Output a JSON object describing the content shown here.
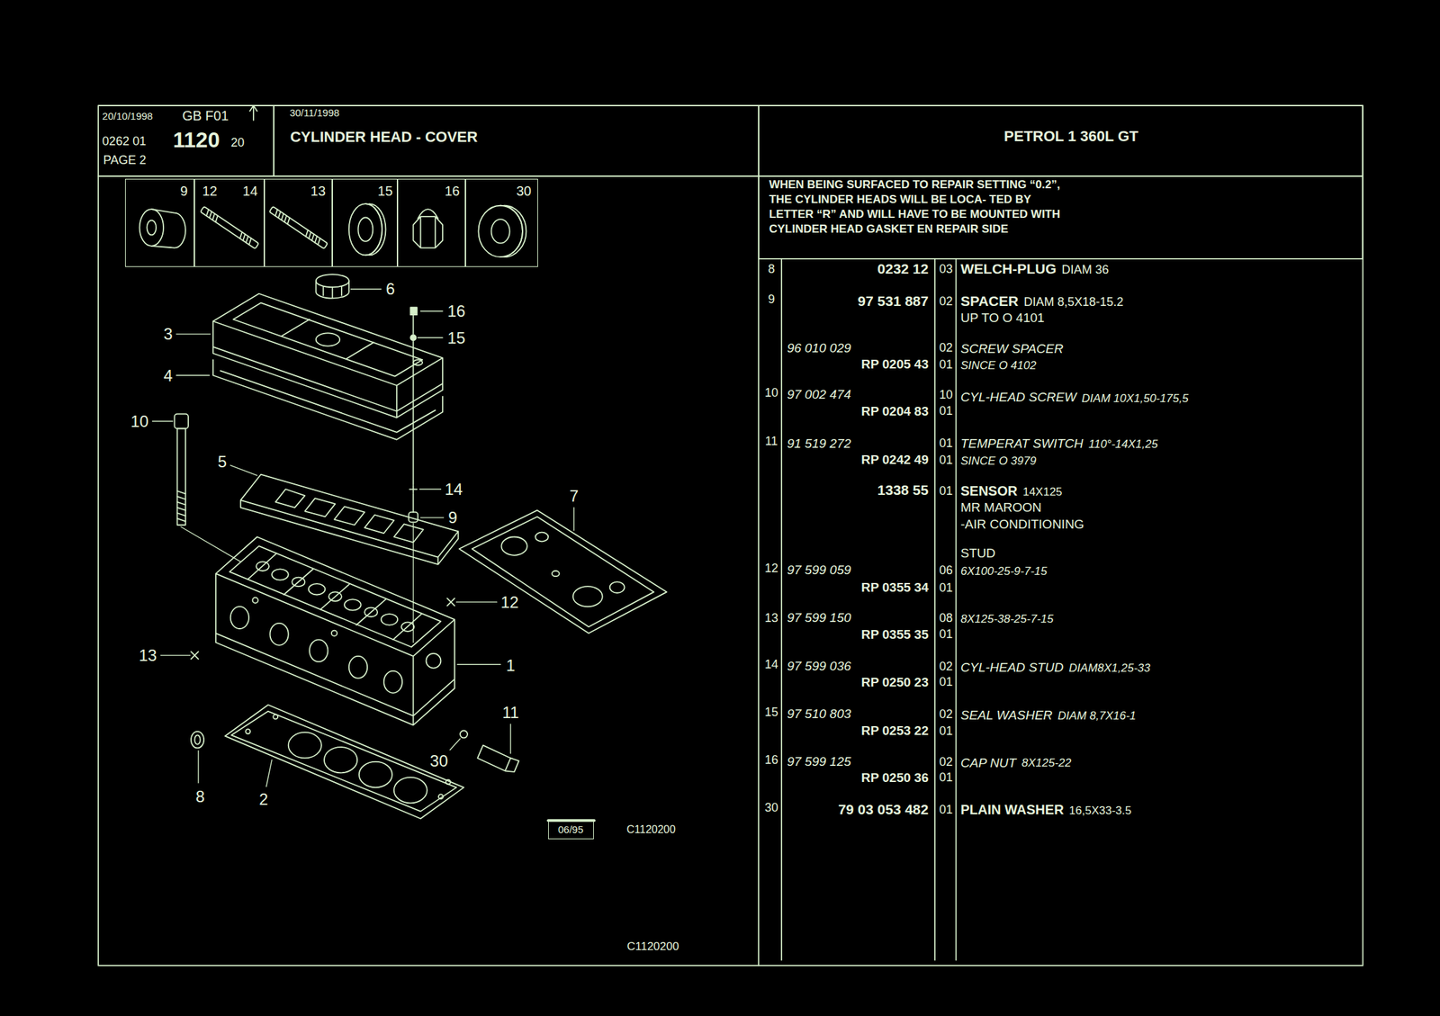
{
  "diagram": {
    "title": "CYLINDER HEAD - COVER",
    "nodes": [
      {
        "text": [
          "20/10/1998",
          "GB F01",
          "0262 01",
          "1120",
          "20",
          "PAGE 2"
        ]
      },
      {
        "text": [
          "30/11/1998"
        ]
      },
      {
        "text": [
          "PETROL 1 360L GT"
        ]
      },
      {
        "text": [
          "WHEN BEING SURFACED TO REPAIR SETTING “0.2”, THE CYLINDER HEADS WILL BE LOCA- TED BY LETTER “R” AND WILL HAVE TO BE MOUNTED WITH CYLINDER HEAD GASKET EN REPAIR SIDE"
        ]
      },
      {
        "text": [
          "9"
        ]
      },
      {
        "text": [
          "12",
          "14"
        ]
      },
      {
        "text": [
          "13"
        ]
      },
      {
        "text": [
          "15"
        ]
      },
      {
        "text": [
          "16"
        ]
      },
      {
        "text": [
          "30"
        ]
      },
      {
        "text": [
          "06/95"
        ]
      }
    ],
    "labels": [
      "6",
      "3",
      "16",
      "15",
      "4",
      "10",
      "5",
      "14",
      "9",
      "7",
      "12",
      "13",
      "1",
      "11",
      "30",
      "8",
      "2",
      "C1120200",
      "C1120200",
      "8",
      "0232 12",
      "03",
      "WELCH-PLUG",
      "DIAM 36",
      "9",
      "97 531 887",
      "02",
      "SPACER",
      "DIAM 8,5X18-15.2",
      "UP TO O 4101",
      "96 010 029",
      "02",
      "SCREW SPACER",
      "RP 0205 43",
      "01",
      "SINCE O 4102",
      "10",
      "97 002 474",
      "10",
      "CYL-HEAD SCREW",
      "DIAM 10X1,50-175,5",
      "RP 0204 83",
      "01",
      "11",
      "91 519 272",
      "01",
      "TEMPERAT SWITCH",
      "110°-14X1,25",
      "RP 0242 49",
      "01",
      "SINCE O 3979",
      "1338 55",
      "01",
      "SENSOR",
      "14X125",
      "MR MAROON",
      "-AIR CONDITIONING",
      "STUD",
      "12",
      "97 599 059",
      "06",
      "6X100-25-9-7-15",
      "RP 0355 34",
      "01",
      "13",
      "97 599 150",
      "08",
      "8X125-38-25-7-15",
      "RP 0355 35",
      "01",
      "14",
      "97 599 036",
      "02",
      "CYL-HEAD STUD",
      "DIAM8X1,25-33",
      "RP 0250 23",
      "01",
      "15",
      "97 510 803",
      "02",
      "SEAL WASHER",
      "DIAM 8,7X16-1",
      "RP 0253 22",
      "01",
      "16",
      "97 599 125",
      "02",
      "CAP NUT",
      "8X125-22",
      "RP 0250 36",
      "01",
      "30",
      "79 03 053 482",
      "01",
      "PLAIN WASHER",
      "16,5X33-3.5"
    ]
  }
}
